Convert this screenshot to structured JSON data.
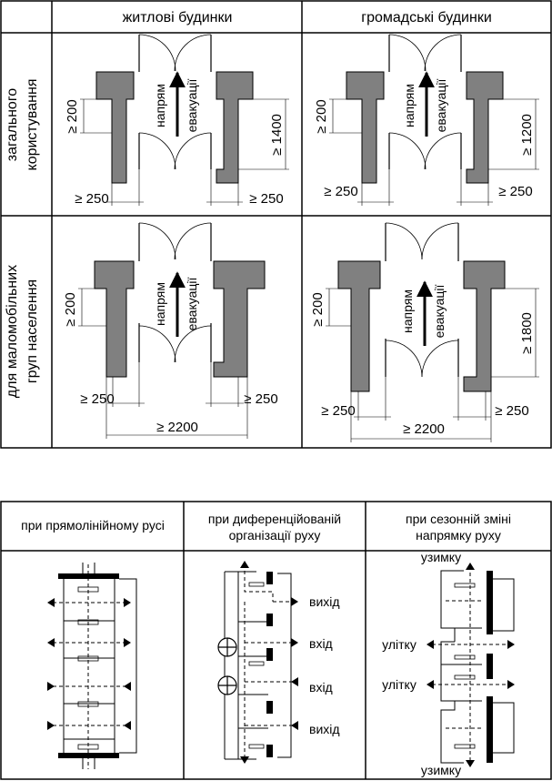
{
  "top_table": {
    "columns": [
      "житлові будинки",
      "громадські будинки"
    ],
    "rows": [
      [
        "загального",
        "користування"
      ],
      [
        "для маломобільних",
        "груп населення"
      ]
    ],
    "cells": [
      {
        "evac_line1": "напрям",
        "evac_line2": "евакуації",
        "dim_left_height": "≥ 200",
        "dim_right_height": "≥ 1400",
        "dim_bottom_left": "≥ 250",
        "dim_bottom_right": "≥ 250"
      },
      {
        "evac_line1": "напрям",
        "evac_line2": "евакуації",
        "dim_left_height": "≥ 200",
        "dim_right_height": "≥ 1200",
        "dim_bottom_left": "≥ 250",
        "dim_bottom_right": "≥ 250"
      },
      {
        "evac_line1": "напрям",
        "evac_line2": "евакуації",
        "dim_left_height": "≥ 200",
        "dim_bottom_left": "≥ 250",
        "dim_bottom_right": "≥ 250",
        "dim_total_width": "≥ 2200"
      },
      {
        "evac_line1": "напрям",
        "evac_line2": "евакуації",
        "dim_left_height": "≥ 200",
        "dim_right_height": "≥ 1800",
        "dim_bottom_left": "≥ 250",
        "dim_bottom_right": "≥ 250",
        "dim_total_width": "≥ 2200"
      }
    ]
  },
  "bottom_table": {
    "headers": [
      [
        "при прямолінійному русі"
      ],
      [
        "при диференційованій",
        "організації руху"
      ],
      [
        "при сезонній зміні",
        "напрямку руху"
      ]
    ],
    "col2_labels": [
      "вихід",
      "вхід",
      "вхід",
      "вихід"
    ],
    "col3_labels": {
      "top": "узимку",
      "mid1": "улітку",
      "mid2": "улітку",
      "bottom": "узимку"
    }
  },
  "colors": {
    "wall": "#808080",
    "line": "#000000",
    "background": "#ffffff"
  }
}
